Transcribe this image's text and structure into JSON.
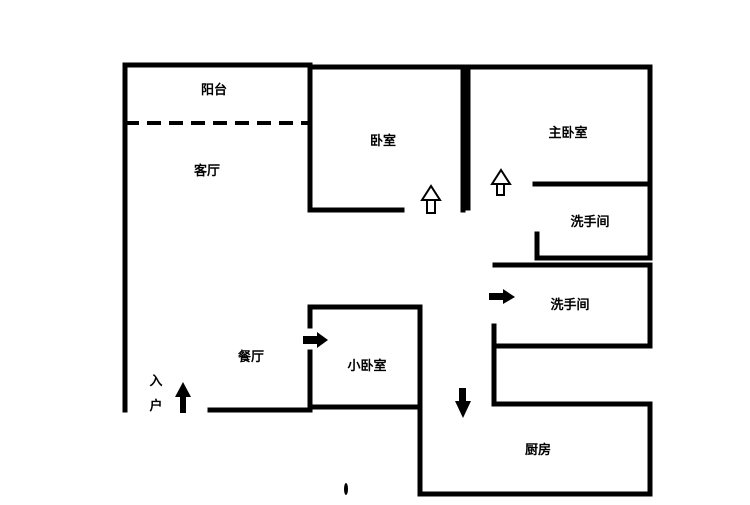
{
  "floorplan": {
    "rooms": {
      "balcony": "阳台",
      "living_room": "客厅",
      "bedroom": "卧室",
      "master_bedroom": "主卧室",
      "bathroom_1": "洗手间",
      "bathroom_2": "洗手间",
      "dining_room": "餐厅",
      "small_bedroom": "小卧室",
      "kitchen": "厨房"
    },
    "entrance": {
      "char_1": "入",
      "char_2": "户"
    }
  },
  "colors": {
    "wall": "#000000",
    "background": "#ffffff"
  }
}
